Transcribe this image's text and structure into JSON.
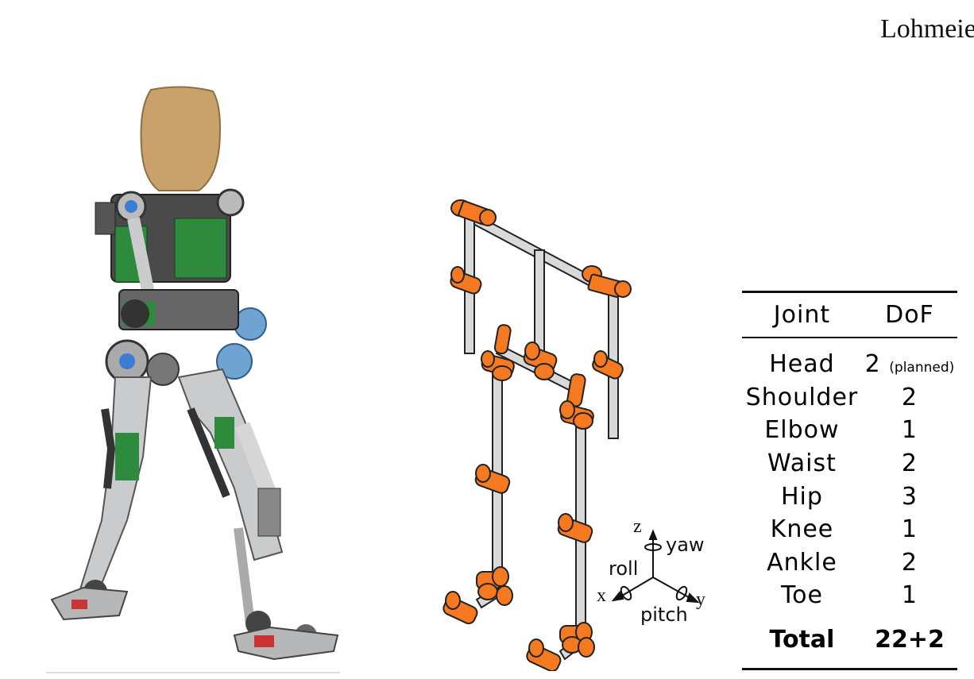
{
  "title": "Lohmeie",
  "axes": {
    "z": "z",
    "yaw": "yaw",
    "roll": "roll",
    "x": "x",
    "pitch": "pitch",
    "y": "y"
  },
  "table": {
    "headers": [
      "Joint",
      "DoF"
    ],
    "rows": [
      {
        "joint": "Head",
        "dof": "2",
        "note": "(planned)"
      },
      {
        "joint": "Shoulder",
        "dof": "2"
      },
      {
        "joint": "Elbow",
        "dof": "1"
      },
      {
        "joint": "Waist",
        "dof": "2"
      },
      {
        "joint": "Hip",
        "dof": "3"
      },
      {
        "joint": "Knee",
        "dof": "1"
      },
      {
        "joint": "Ankle",
        "dof": "2"
      },
      {
        "joint": "Toe",
        "dof": "1"
      }
    ],
    "total_label": "Total",
    "total_value": "22+2"
  },
  "colors": {
    "joint": "#f47920",
    "link": "#d9d9d9",
    "head": "#c8a26a",
    "hip_motor": "#6fa3d2",
    "robot_metal": "#c9cbcd"
  }
}
